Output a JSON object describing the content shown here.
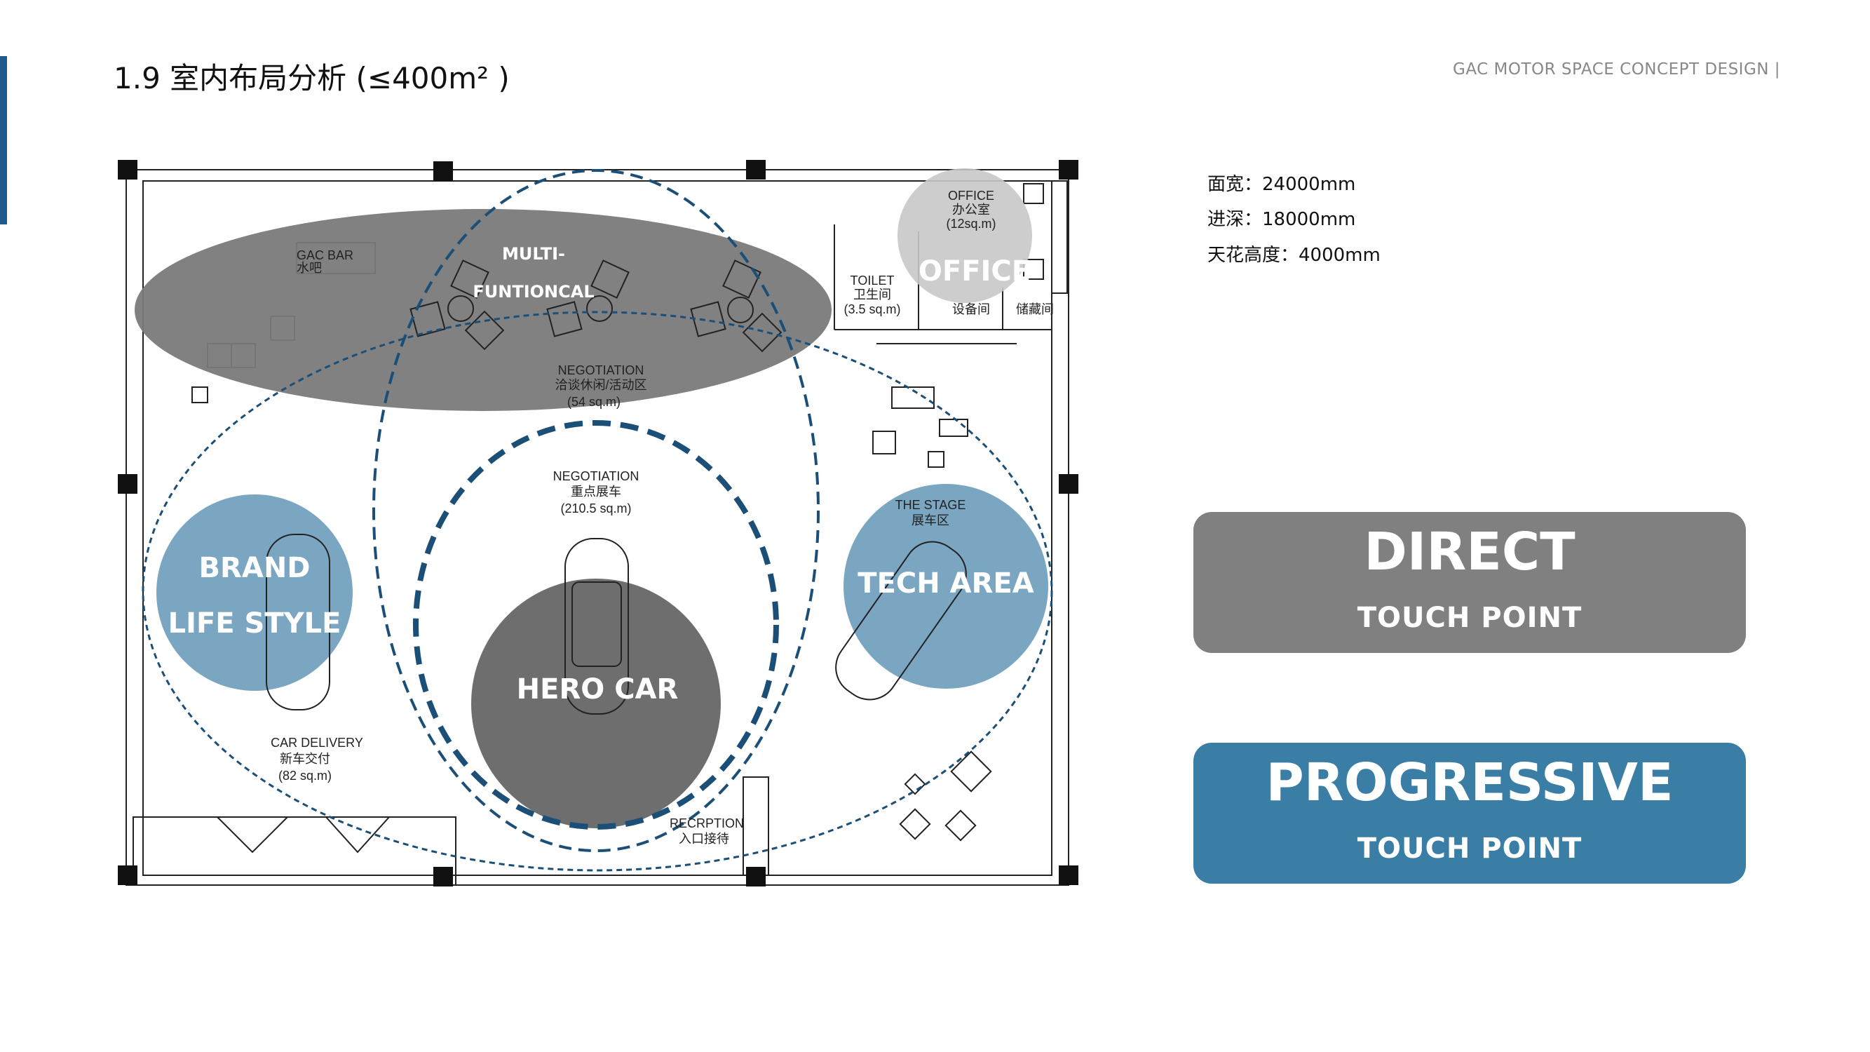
{
  "header": {
    "title": "1.9 室内布局分析 (≤400m² )",
    "brand": "GAC MOTOR SPACE CONCEPT DESIGN  |"
  },
  "specs": [
    {
      "text": "面宽：24000mm"
    },
    {
      "text": "进深：18000mm"
    },
    {
      "text": "天花高度：4000mm"
    }
  ],
  "plan": {
    "gac_bar": [
      "GAC BAR",
      "水吧"
    ],
    "multi": [
      "MULTI-",
      "FUNTIONCAL"
    ],
    "negotiation_lounge": [
      "NEGOTIATION",
      "洽谈休闲/活动区",
      "(54 sq.m)"
    ],
    "office_small": [
      "OFFICE",
      "办公室",
      "(12sq.m)"
    ],
    "office_big": "OFFICE",
    "toilet": [
      "TOILET",
      "卫生间",
      "(3.5 sq.m)"
    ],
    "equipment_room": "设备间",
    "storage_room": "储藏间",
    "negotiation_hero": [
      "NEGOTIATION",
      "重点展车",
      "(210.5 sq.m)"
    ],
    "stage": [
      "THE STAGE",
      "展车区"
    ],
    "brand": [
      "BRAND",
      "LIFE STYLE"
    ],
    "tech_area": "TECH AREA",
    "hero_car": "HERO CAR",
    "car_delivery": [
      "CAR DELIVERY",
      "新车交付",
      "(82 sq.m)"
    ],
    "reception": [
      "RECRPTION",
      "入口接待"
    ]
  },
  "cards": {
    "direct": {
      "title": "DIRECT",
      "subtitle": "TOUCH POINT"
    },
    "progressive": {
      "title": "PROGRESSIVE",
      "subtitle": "TOUCH POINT"
    }
  },
  "colors": {
    "accent": "#1f5a8a",
    "direct": "#808080",
    "progressive": "#3a7ea6",
    "zone_blue": "#7ba6c2",
    "zone_gray": "#6e6e6e",
    "dash": "#1b4f78"
  }
}
